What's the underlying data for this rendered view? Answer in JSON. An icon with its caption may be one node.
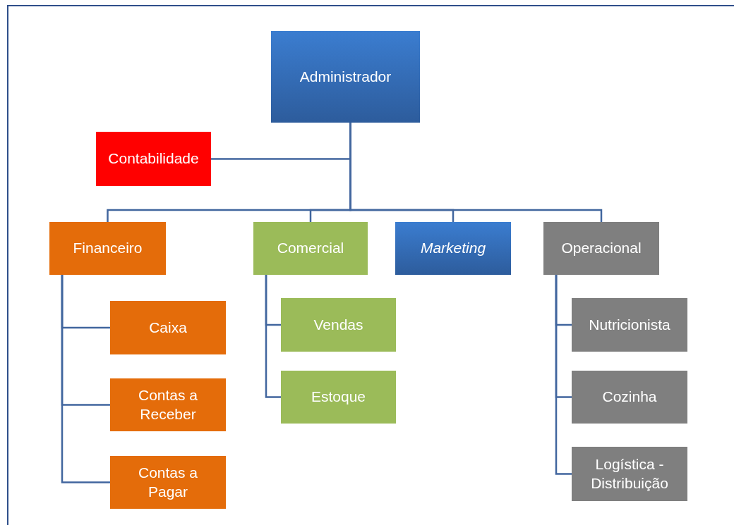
{
  "diagram": {
    "nodes": [
      {
        "text": [
          "Administrador"
        ]
      },
      {
        "text": [
          "Contabilidade"
        ]
      },
      {
        "text": [
          "Financeiro"
        ]
      },
      {
        "text": [
          "Comercial"
        ]
      },
      {
        "text": [
          "Marketing"
        ]
      },
      {
        "text": [
          "Operacional"
        ]
      },
      {
        "text": [
          "Caixa"
        ]
      },
      {
        "text": [
          "Contas a Receber"
        ]
      },
      {
        "text": [
          "Contas a Pagar"
        ]
      },
      {
        "text": [
          "Vendas"
        ]
      },
      {
        "text": [
          "Estoque"
        ]
      },
      {
        "text": [
          "Nutricionista"
        ]
      },
      {
        "text": [
          "Cozinha"
        ]
      },
      {
        "text": [
          "Logística - Distribuição"
        ]
      }
    ],
    "edges": [
      {
        "from": 0,
        "to": 1,
        "arrow": "none"
      },
      {
        "from": 0,
        "to": 2,
        "arrow": "none"
      },
      {
        "from": 0,
        "to": 3,
        "arrow": "none"
      },
      {
        "from": 0,
        "to": 4,
        "arrow": "none"
      },
      {
        "from": 0,
        "to": 5,
        "arrow": "none"
      },
      {
        "from": 2,
        "to": 6,
        "arrow": "none"
      },
      {
        "from": 2,
        "to": 7,
        "arrow": "none"
      },
      {
        "from": 2,
        "to": 8,
        "arrow": "none"
      },
      {
        "from": 3,
        "to": 9,
        "arrow": "none"
      },
      {
        "from": 3,
        "to": 10,
        "arrow": "none"
      },
      {
        "from": 5,
        "to": 11,
        "arrow": "none"
      },
      {
        "from": 5,
        "to": 12,
        "arrow": "none"
      },
      {
        "from": 5,
        "to": 13,
        "arrow": "none"
      }
    ]
  }
}
